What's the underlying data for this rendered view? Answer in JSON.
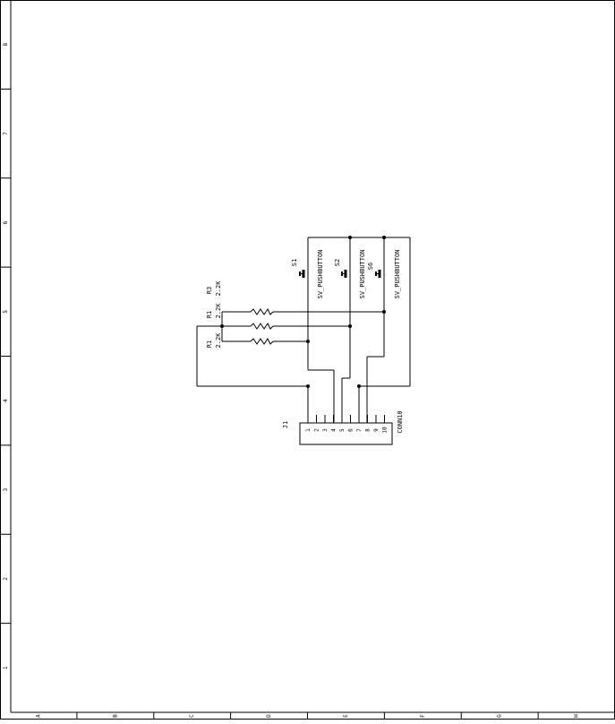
{
  "border": {
    "row_labels": [
      "8",
      "7",
      "6",
      "5",
      "4",
      "3",
      "2",
      "1"
    ],
    "column_labels": [
      "A",
      "B",
      "C",
      "D",
      "E",
      "F",
      "G",
      "H"
    ]
  },
  "resistors": [
    {
      "ref": "R3",
      "value": "2.2K"
    },
    {
      "ref": "R1",
      "value": "2.2K"
    },
    {
      "ref": "R1",
      "value": "2.2K"
    }
  ],
  "switches": [
    {
      "ref": "S1",
      "value": "SV_PUSHBUTTON"
    },
    {
      "ref": "S2",
      "value": "SV_PUSHBUTTON"
    },
    {
      "ref": "S6",
      "value": "SV_PUSHBUTTON"
    }
  ],
  "connector": {
    "ref": "J1",
    "value": "CONN10",
    "pins": [
      "1",
      "2",
      "3",
      "4",
      "5",
      "6",
      "7",
      "8",
      "9",
      "10"
    ]
  }
}
